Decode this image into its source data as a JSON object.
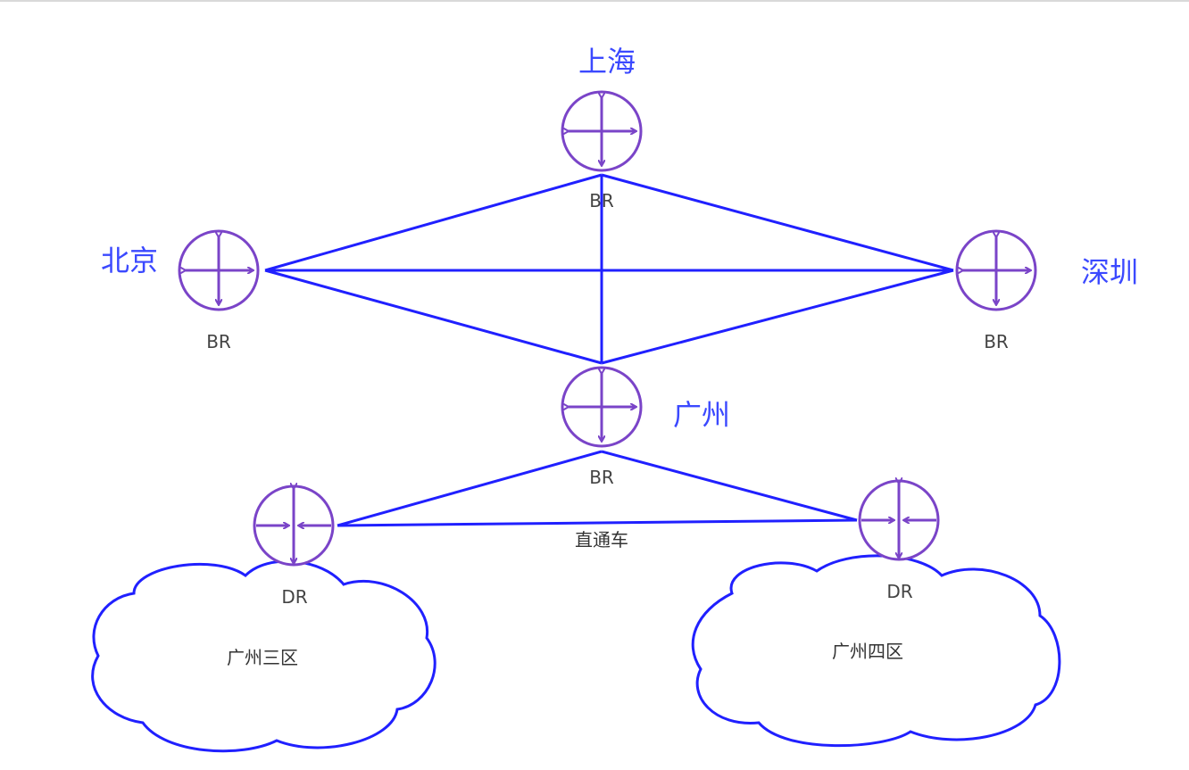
{
  "colors": {
    "link": "#2020ff",
    "router": "#7a44c8",
    "city_text": "#3b49ff",
    "label_text": "#444444",
    "cloud": "#2020ff"
  },
  "cities": {
    "shanghai": "上海",
    "beijing": "北京",
    "shenzhen": "深圳",
    "guangzhou": "广州"
  },
  "roles": {
    "shanghai": "BR",
    "beijing": "BR",
    "shenzhen": "BR",
    "guangzhou": "BR",
    "district3": "DR",
    "district4": "DR"
  },
  "link_label": "直通车",
  "clouds": {
    "district3": "广州三区",
    "district4": "广州四区"
  },
  "icons": {
    "br": "router-outward-arrows-icon",
    "dr": "router-inward-arrows-icon"
  }
}
